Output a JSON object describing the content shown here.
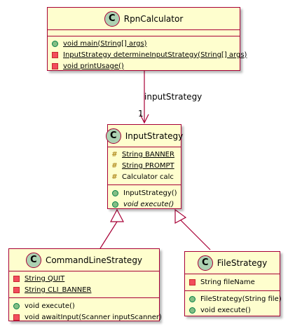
{
  "colors": {
    "class_fill": "#FEFECE",
    "class_border": "#A80036",
    "badge_fill": "#ADD1B2",
    "public_marker": "#84BE84",
    "private_marker": "#F24D5C",
    "protected_marker": "#B38D22"
  },
  "classes": [
    {
      "id": "rpn-calculator",
      "badge": "C",
      "name": "RpnCalculator",
      "fields": [],
      "methods": [
        {
          "visibility": "public",
          "text": "void main(String[] args)",
          "static": true,
          "abstract": false
        },
        {
          "visibility": "private",
          "text": "InputStrategy determineInputStrategy(String[] args)",
          "static": true,
          "abstract": false
        },
        {
          "visibility": "private",
          "text": "void printUsage()",
          "static": true,
          "abstract": false
        }
      ]
    },
    {
      "id": "input-strategy",
      "badge": "C",
      "name": "InputStrategy",
      "fields": [
        {
          "visibility": "protected",
          "text": "String BANNER",
          "static": true
        },
        {
          "visibility": "protected",
          "text": "String PROMPT",
          "static": true
        },
        {
          "visibility": "protected",
          "text": "Calculator calc",
          "static": false
        }
      ],
      "methods": [
        {
          "visibility": "public",
          "text": "InputStrategy()",
          "static": false,
          "abstract": false
        },
        {
          "visibility": "public",
          "text": "void execute()",
          "static": false,
          "abstract": true
        }
      ]
    },
    {
      "id": "command-line-strategy",
      "badge": "C",
      "name": "CommandLineStrategy",
      "fields": [
        {
          "visibility": "private",
          "text": "String QUIT",
          "static": true
        },
        {
          "visibility": "private",
          "text": "String CLI_BANNER",
          "static": true
        }
      ],
      "methods": [
        {
          "visibility": "public",
          "text": "void execute()",
          "static": false,
          "abstract": false
        },
        {
          "visibility": "private",
          "text": "void awaitInput(Scanner inputScanner)",
          "static": false,
          "abstract": false
        }
      ]
    },
    {
      "id": "file-strategy",
      "badge": "C",
      "name": "FileStrategy",
      "fields": [
        {
          "visibility": "private",
          "text": "String fileName",
          "static": false
        }
      ],
      "methods": [
        {
          "visibility": "public",
          "text": "FileStrategy(String file)",
          "static": false,
          "abstract": false
        },
        {
          "visibility": "public",
          "text": "void execute()",
          "static": false,
          "abstract": false
        }
      ]
    }
  ],
  "relations": [
    {
      "type": "association",
      "from": "RpnCalculator",
      "to": "InputStrategy",
      "label": "inputStrategy",
      "multiplicity": "1"
    },
    {
      "type": "inheritance",
      "from": "CommandLineStrategy",
      "to": "InputStrategy"
    },
    {
      "type": "inheritance",
      "from": "FileStrategy",
      "to": "InputStrategy"
    }
  ]
}
